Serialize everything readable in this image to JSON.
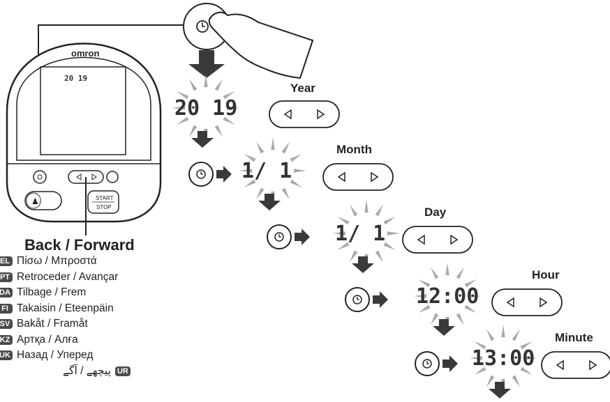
{
  "device": {
    "brand": "omron",
    "display_year": "20 19",
    "start_label": "START",
    "stop_label": "STOP"
  },
  "steps": [
    {
      "label": "Year",
      "display": "20 19"
    },
    {
      "label": "Month",
      "display": "1/ 1"
    },
    {
      "label": "Day",
      "display": "1/ 1"
    },
    {
      "label": "Hour",
      "display": "12:00"
    },
    {
      "label": "Minute",
      "display": "13:00"
    }
  ],
  "back_forward": {
    "title": "Back / Forward",
    "translations": [
      {
        "code": "EL",
        "text": "Πίσω / Μπροστά"
      },
      {
        "code": "PT",
        "text": "Retroceder / Avançar"
      },
      {
        "code": "DA",
        "text": "Tilbage / Frem"
      },
      {
        "code": "FI",
        "text": "Takaisin / Eteenpäin"
      },
      {
        "code": "SV",
        "text": "Bakåt / Framåt"
      },
      {
        "code": "KZ",
        "text": "Артқа / Алға"
      },
      {
        "code": "UK",
        "text": "Назад / Уперед"
      },
      {
        "code": "UR",
        "text": "پیچھے / آگے"
      }
    ]
  },
  "icons": {
    "clock": "clock-icon",
    "left": "left-triangle-icon",
    "right": "right-triangle-icon",
    "arrow": "down-arrow-icon"
  }
}
